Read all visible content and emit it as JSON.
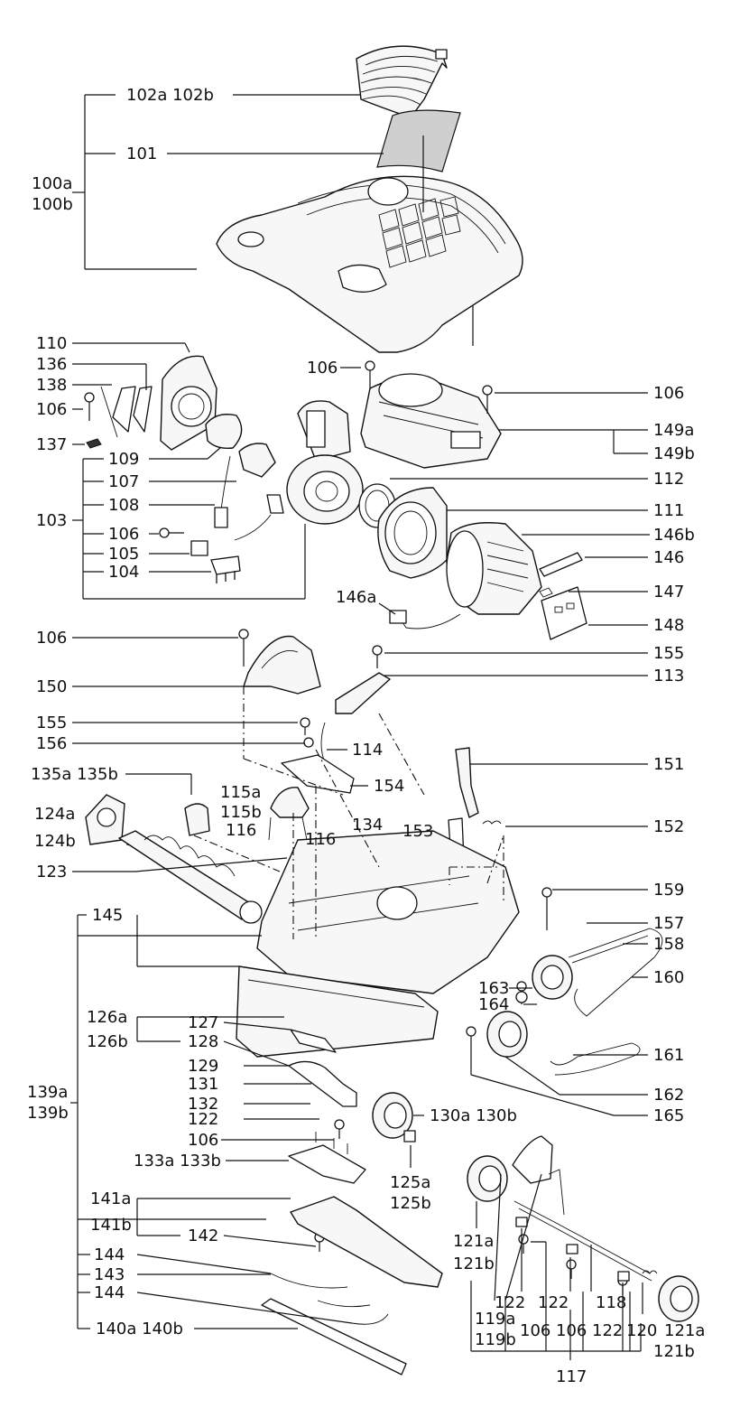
{
  "labels": {
    "l102": "102a  102b",
    "l101": "101",
    "l100a": "100a",
    "l100b": "100b",
    "l106a": "106",
    "l106b": "106",
    "l149a": "149a",
    "l149b": "149b",
    "l110": "110",
    "l136": "136",
    "l138": "138",
    "l106c": "106",
    "l137": "137",
    "l109": "109",
    "l107": "107",
    "l108": "108",
    "l103": "103",
    "l106d": "106",
    "l105": "105",
    "l104": "104",
    "l112": "112",
    "l111": "111",
    "l146b": "146b",
    "l146": "146",
    "l146a": "146a",
    "l147": "147",
    "l148": "148",
    "l106e": "106",
    "l155a": "155",
    "l113": "113",
    "l150": "150",
    "l155b": "155",
    "l156": "156",
    "l114": "114",
    "l135": "135a  135b",
    "l115a": "115a",
    "l115b": "115b",
    "l154": "154",
    "l151": "151",
    "l124a": "124a",
    "l124b": "124b",
    "l116a": "116",
    "l116b": "116",
    "l134": "134",
    "l153": "153",
    "l152": "152",
    "l123": "123",
    "l145": "145",
    "l159": "159",
    "l157": "157",
    "l158": "158",
    "l160": "160",
    "l163": "163",
    "l164": "164",
    "l126a": "126a",
    "l126b": "126b",
    "l127": "127",
    "l128": "128",
    "l161": "161",
    "l129": "129",
    "l162": "162",
    "l131": "131",
    "l132": "132",
    "l122a": "122",
    "l130": "130a   130b",
    "l165": "165",
    "l139a": "139a",
    "l139b": "139b",
    "l106f": "106",
    "l133": "133a  133b",
    "l125a": "125a",
    "l125b": "125b",
    "l141a": "141a",
    "l141b": "141b",
    "l142": "142",
    "l121a": "121a",
    "l121b": "121b",
    "l144a": "144",
    "l143": "143",
    "l144b": "144",
    "l122b": "122",
    "l122c": "122",
    "l118": "118",
    "l119a": "119a",
    "l119b": "119b",
    "l106g": "106",
    "l106h": "106",
    "l122d": "122",
    "l120": "120",
    "l121c": "121a",
    "l140": "140a  140b",
    "l121d": "121b",
    "l117": "117"
  }
}
